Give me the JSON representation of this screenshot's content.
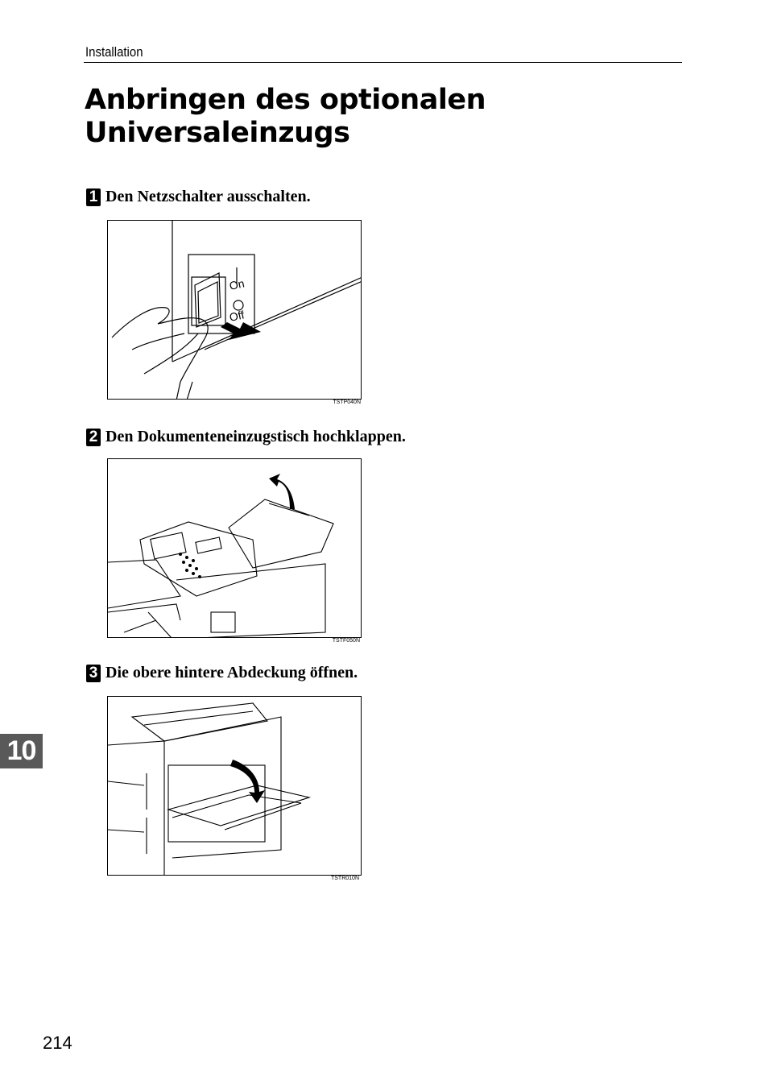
{
  "header": {
    "section": "Installation"
  },
  "title": {
    "line1": "Anbringen des optionalen",
    "line2": "Universaleinzugs"
  },
  "steps": [
    {
      "number": "1",
      "text": "Den Netzschalter ausschalten.",
      "figure_code": "TSTP040N",
      "switch_on": "On",
      "switch_off": "Off"
    },
    {
      "number": "2",
      "text": "Den Dokumenteneinzugstisch hochklappen.",
      "figure_code": "TSTF050N"
    },
    {
      "number": "3",
      "text": "Die obere hintere Abdeckung öffnen.",
      "figure_code": "TSTR010N"
    }
  ],
  "chapter_tab": "10",
  "page_number": "214"
}
